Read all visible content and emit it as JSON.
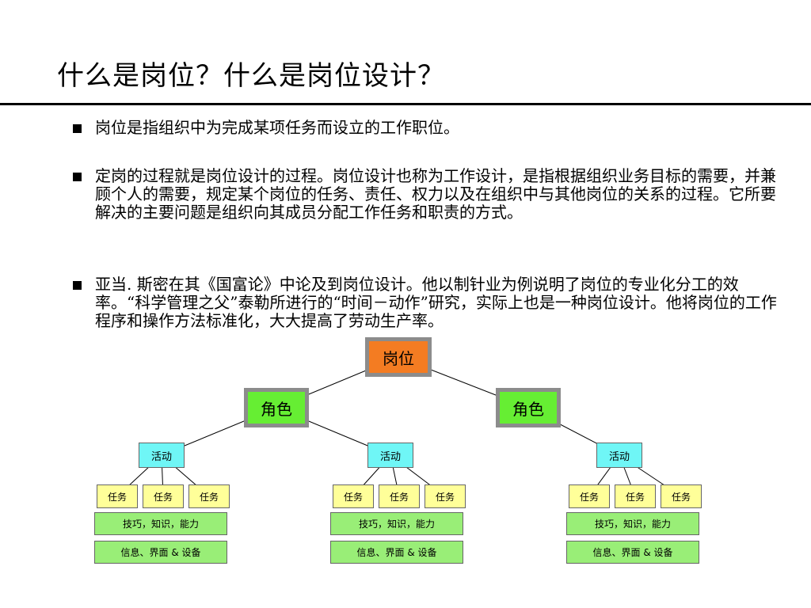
{
  "slide": {
    "title": "什么是岗位？什么是岗位设计？",
    "bullets": [
      "岗位是指组织中为完成某项任务而设立的工作职位。",
      "定岗的过程就是岗位设计的过程。岗位设计也称为工作设计，是指根据组织业务目标的需要，并兼顾个人的需要，规定某个岗位的任务、责任、权力以及在组织中与其他岗位的关系的过程。它所要解决的主要问题是组织向其成员分配工作任务和职责的方式。",
      "亚当. 斯密在其《国富论》中论及到岗位设计。他以制针业为例说明了岗位的专业化分工的效率。“科学管理之父”泰勒所进行的“时间－动作”研究，实际上也是一种岗位设计。他将岗位的工作程序和操作方法标准化，大大提高了劳动生产率。"
    ]
  },
  "diagram": {
    "root": "岗位",
    "roles": [
      "角色",
      "角色"
    ],
    "groups": [
      {
        "activity": "活动",
        "tasks": [
          "任务",
          "任务",
          "任务"
        ],
        "skills": "技巧，知识，能力",
        "info": "信息、界面  & 设备"
      },
      {
        "activity": "活动",
        "tasks": [
          "任务",
          "任务",
          "任务"
        ],
        "skills": "技巧，知识，能力",
        "info": "信息、界面  & 设备"
      },
      {
        "activity": "活动",
        "tasks": [
          "任务",
          "任务",
          "任务"
        ],
        "skills": "技巧，知识，能力",
        "info": "信息、界面  & 设备"
      }
    ],
    "colors": {
      "root": "#f47c22",
      "role": "#66ee33",
      "activity": "#6ff6f6",
      "task": "#ffff99",
      "skill": "#99ee77",
      "border": "#8c8c8c"
    }
  }
}
